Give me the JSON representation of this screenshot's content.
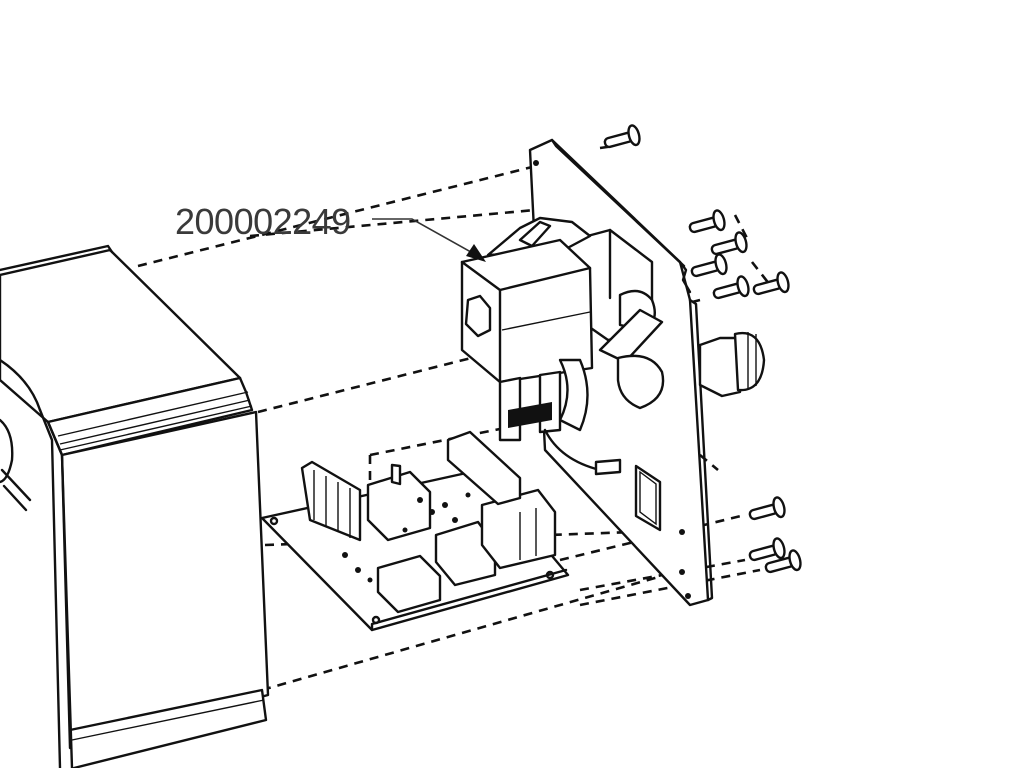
{
  "diagram": {
    "type": "exploded-view assembly drawing",
    "colors": {
      "line": "#111111",
      "label": "#3a3a3a",
      "background": "#ffffff"
    },
    "callouts": [
      {
        "part_number": "200002249",
        "points_to": "solenoid valve block"
      }
    ],
    "components": [
      {
        "name": "housing-cover",
        "label": "Front housing cover"
      },
      {
        "name": "circuit-board",
        "label": "Control circuit board (PCB)"
      },
      {
        "name": "solenoid-valve",
        "label": "Solenoid valve assembly"
      },
      {
        "name": "back-plate",
        "label": "Mounting back plate"
      },
      {
        "name": "cable-gland",
        "label": "Cable gland"
      },
      {
        "name": "screws",
        "label": "Mounting screws",
        "count": 9
      }
    ]
  }
}
